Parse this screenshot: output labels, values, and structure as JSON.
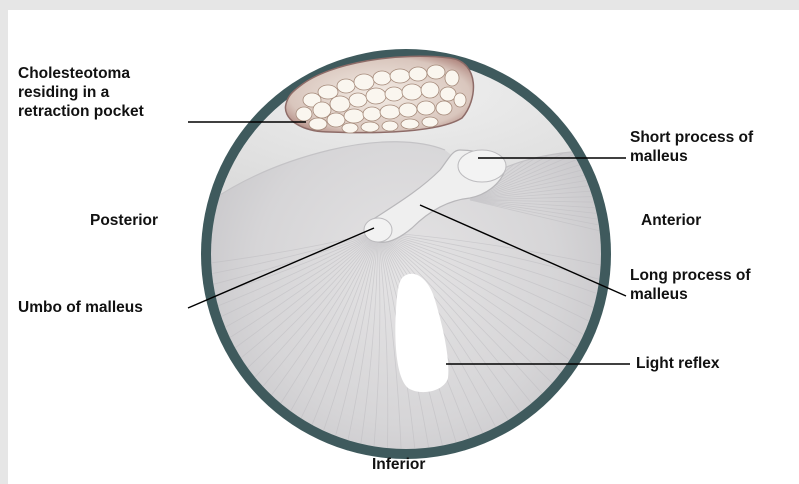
{
  "labels": {
    "cholesteotoma": [
      "Cholesteotoma",
      "residing in a",
      "retraction pocket"
    ],
    "short_process": [
      "Short process of",
      "malleus"
    ],
    "posterior": "Posterior",
    "anterior": "Anterior",
    "long_process": [
      "Long process of",
      "malleus"
    ],
    "umbo": "Umbo of malleus",
    "light_reflex": "Light reflex",
    "inferior": "Inferior"
  },
  "colors": {
    "page_background": "#e6e6e6",
    "panel": "#ffffff",
    "ring": "#3f5a5d",
    "membrane": "#d9d8da",
    "leader_line": "#000000"
  }
}
